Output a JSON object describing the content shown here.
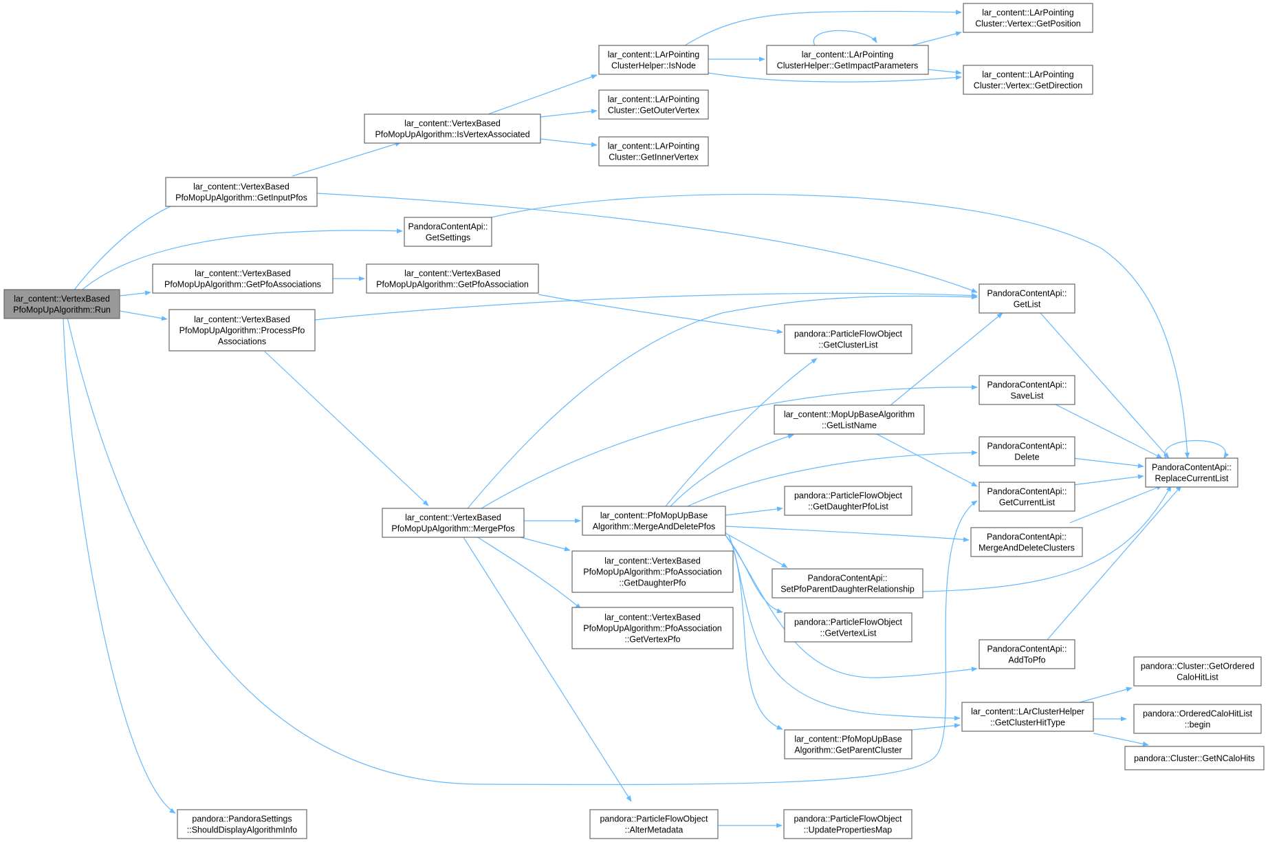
{
  "colors": {
    "edge": "#63b8ff",
    "node_border": "#666666",
    "root_fill": "#999999",
    "node_fill": "#ffffff"
  },
  "nodes": {
    "run": [
      "lar_content::VertexBased",
      "PfoMopUpAlgorithm::Run"
    ],
    "getinputpfos": [
      "lar_content::VertexBased",
      "PfoMopUpAlgorithm::GetInputPfos"
    ],
    "getpfoassociations": [
      "lar_content::VertexBased",
      "PfoMopUpAlgorithm::GetPfoAssociations"
    ],
    "processpfo": [
      "lar_content::VertexBased",
      "PfoMopUpAlgorithm::ProcessPfo",
      "Associations"
    ],
    "shoulddisplay": [
      "pandora::PandoraSettings",
      "::ShouldDisplayAlgorithmInfo"
    ],
    "isvertexassoc": [
      "lar_content::VertexBased",
      "PfoMopUpAlgorithm::IsVertexAssociated"
    ],
    "getsettings": [
      "PandoraContentApi::",
      "GetSettings"
    ],
    "getpfoassociation": [
      "lar_content::VertexBased",
      "PfoMopUpAlgorithm::GetPfoAssociation"
    ],
    "mergepfos": [
      "lar_content::VertexBased",
      "PfoMopUpAlgorithm::MergePfos"
    ],
    "isnode": [
      "lar_content::LArPointing",
      "ClusterHelper::IsNode"
    ],
    "getoutervertex": [
      "lar_content::LArPointing",
      "Cluster::GetOuterVertex"
    ],
    "getinnervertex": [
      "lar_content::LArPointing",
      "Cluster::GetInnerVertex"
    ],
    "mergeanddeletepfos": [
      "lar_content::PfoMopUpBase",
      "Algorithm::MergeAndDeletePfos"
    ],
    "getdaughterpfo": [
      "lar_content::VertexBased",
      "PfoMopUpAlgorithm::PfoAssociation",
      "::GetDaughterPfo"
    ],
    "getvertexpfo": [
      "lar_content::VertexBased",
      "PfoMopUpAlgorithm::PfoAssociation",
      "::GetVertexPfo"
    ],
    "altermetadata": [
      "pandora::ParticleFlowObject",
      "::AlterMetadata"
    ],
    "getimpactparams": [
      "lar_content::LArPointing",
      "ClusterHelper::GetImpactParameters"
    ],
    "getclusterlist": [
      "pandora::ParticleFlowObject",
      "::GetClusterList"
    ],
    "getlistname": [
      "lar_content::MopUpBaseAlgorithm",
      "::GetListName"
    ],
    "getdaughterpfolist": [
      "pandora::ParticleFlowObject",
      "::GetDaughterPfoList"
    ],
    "setpfoparent": [
      "PandoraContentApi::",
      "SetPfoParentDaughterRelationship"
    ],
    "getvertexlist": [
      "pandora::ParticleFlowObject",
      "::GetVertexList"
    ],
    "getparentcluster": [
      "lar_content::PfoMopUpBase",
      "Algorithm::GetParentCluster"
    ],
    "updateprops": [
      "pandora::ParticleFlowObject",
      "::UpdatePropertiesMap"
    ],
    "getposition": [
      "lar_content::LArPointing",
      "Cluster::Vertex::GetPosition"
    ],
    "getdirection": [
      "lar_content::LArPointing",
      "Cluster::Vertex::GetDirection"
    ],
    "getlist": [
      "PandoraContentApi::",
      "GetList"
    ],
    "savelist": [
      "PandoraContentApi::",
      "SaveList"
    ],
    "delete": [
      "PandoraContentApi::",
      "Delete"
    ],
    "getcurrentlist": [
      "PandoraContentApi::",
      "GetCurrentList"
    ],
    "mergeanddeleteclusters": [
      "PandoraContentApi::",
      "MergeAndDeleteClusters"
    ],
    "addtopfo": [
      "PandoraContentApi::",
      "AddToPfo"
    ],
    "getclusterhittype": [
      "lar_content::LArClusterHelper",
      "::GetClusterHitType"
    ],
    "replacecurrentlist": [
      "PandoraContentApi::",
      "ReplaceCurrentList"
    ],
    "getorderedcalohitlist": [
      "pandora::Cluster::GetOrdered",
      "CaloHitList"
    ],
    "orderedcalohitbegin": [
      "pandora::OrderedCaloHitList",
      "::begin"
    ],
    "getncalohits": [
      "pandora::Cluster::GetNCaloHits"
    ]
  }
}
